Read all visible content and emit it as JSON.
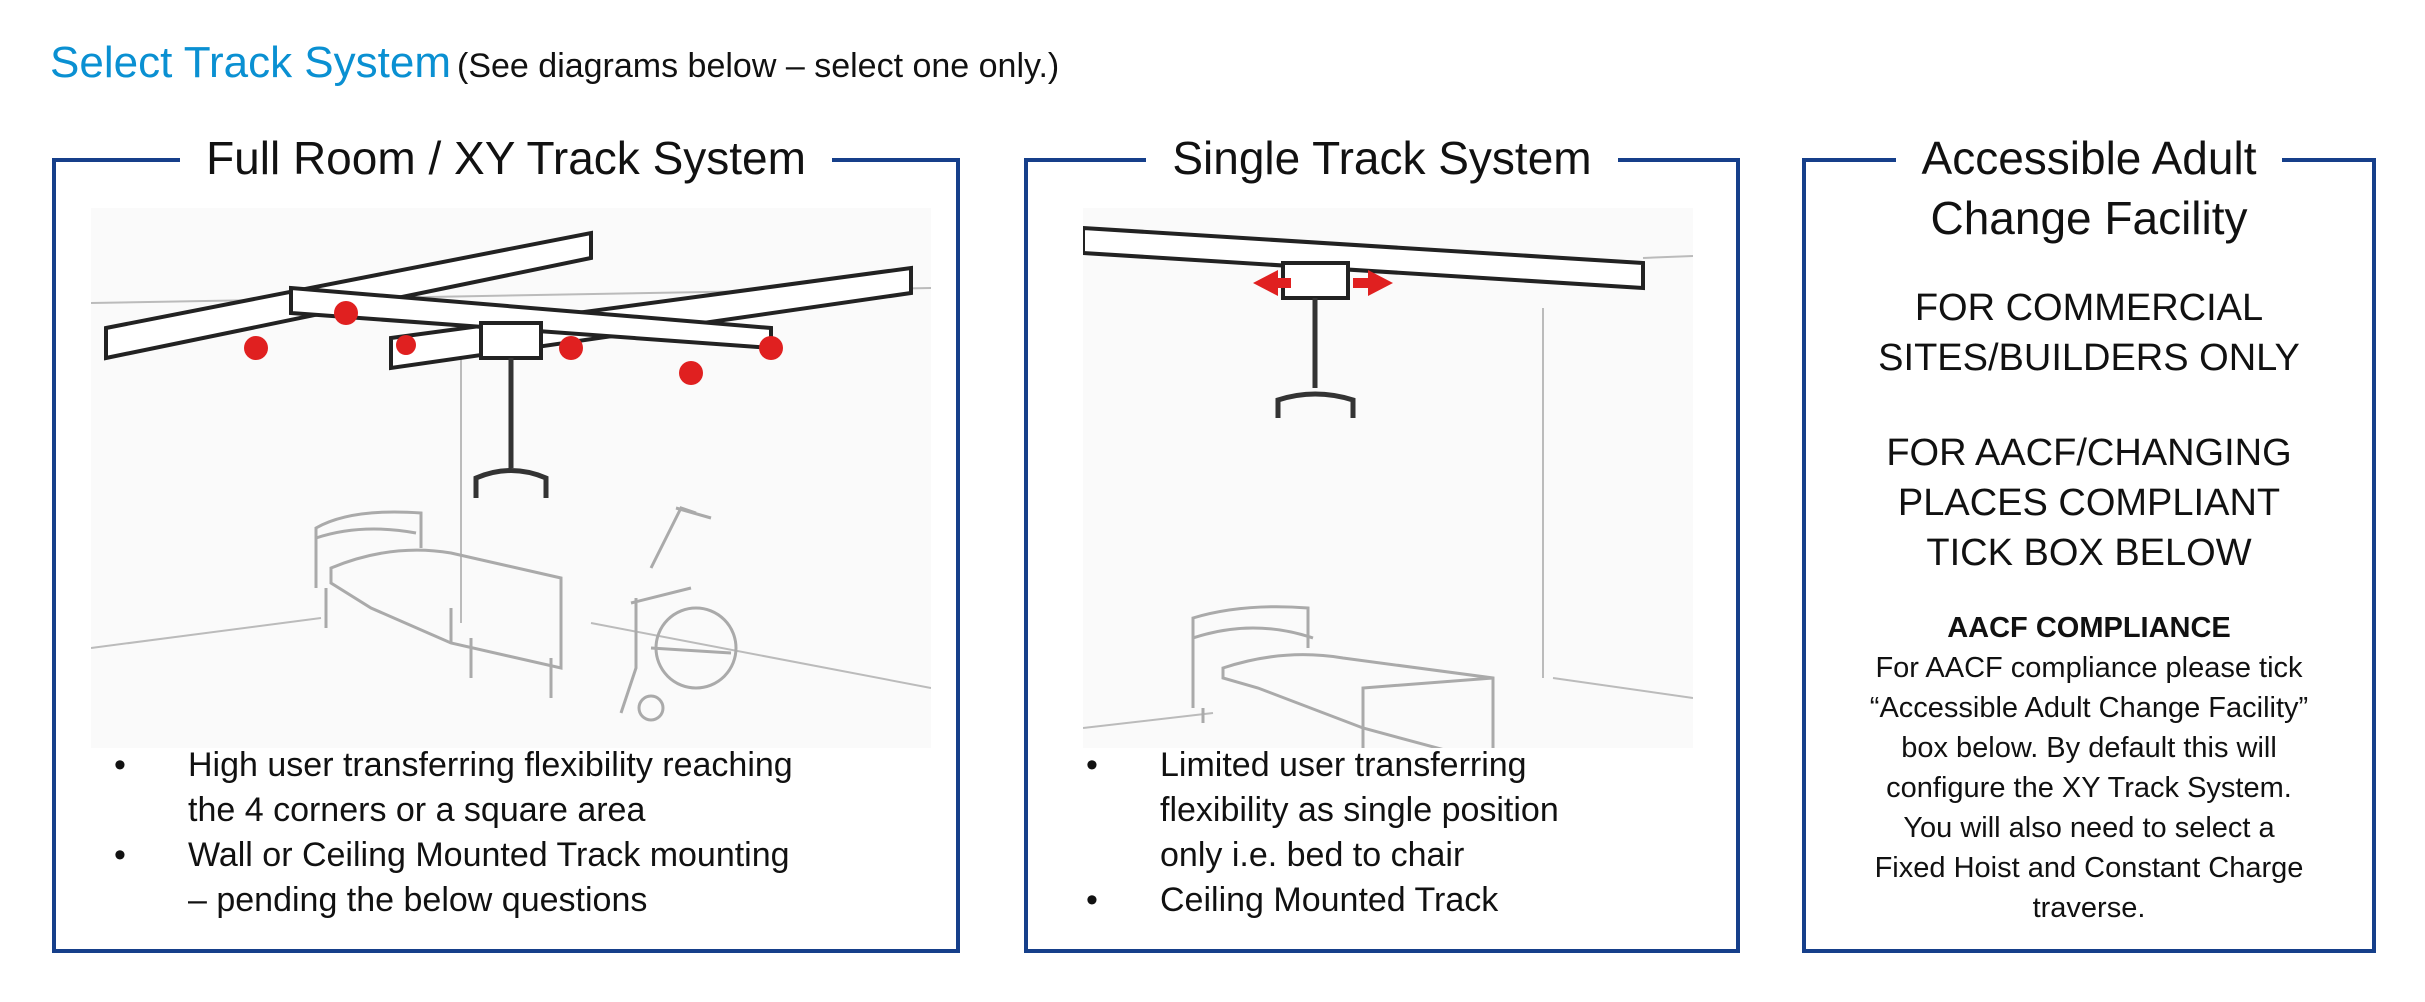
{
  "heading": {
    "title": "Select Track System",
    "subtitle": "(See diagrams below – select one only.)"
  },
  "colors": {
    "accent": "#0a90d2",
    "border": "#163f8a",
    "arrow": "#e02020"
  },
  "panels": [
    {
      "title": "Full Room / XY Track System",
      "illustration": "xy-track-room-diagram",
      "bullets": [
        [
          "High user transferring flexibility reaching",
          "the 4 corners or a square area"
        ],
        [
          "Wall or Ceiling Mounted Track mounting",
          "– pending the below questions"
        ]
      ]
    },
    {
      "title": "Single Track System",
      "illustration": "single-track-room-diagram",
      "bullets": [
        [
          "Limited user transferring",
          "flexibility as single position",
          "only i.e. bed to chair"
        ],
        [
          "Ceiling Mounted Track"
        ]
      ]
    },
    {
      "title_line1": "Accessible Adult",
      "title_line2": "Change Facility",
      "caps1": [
        "FOR COMMERCIAL",
        "SITES/BUILDERS ONLY"
      ],
      "caps2": [
        "FOR AACF/CHANGING",
        "PLACES COMPLIANT",
        "TICK BOX BELOW"
      ],
      "compliance_heading": "AACF COMPLIANCE",
      "compliance_lines": [
        "For AACF compliance please tick",
        "“Accessible Adult Change Facility”",
        "box below. By default this will",
        "configure the XY Track System.",
        "You will also need to select a",
        "Fixed Hoist and Constant Charge",
        "traverse."
      ]
    }
  ],
  "bullet_glyph": "•"
}
